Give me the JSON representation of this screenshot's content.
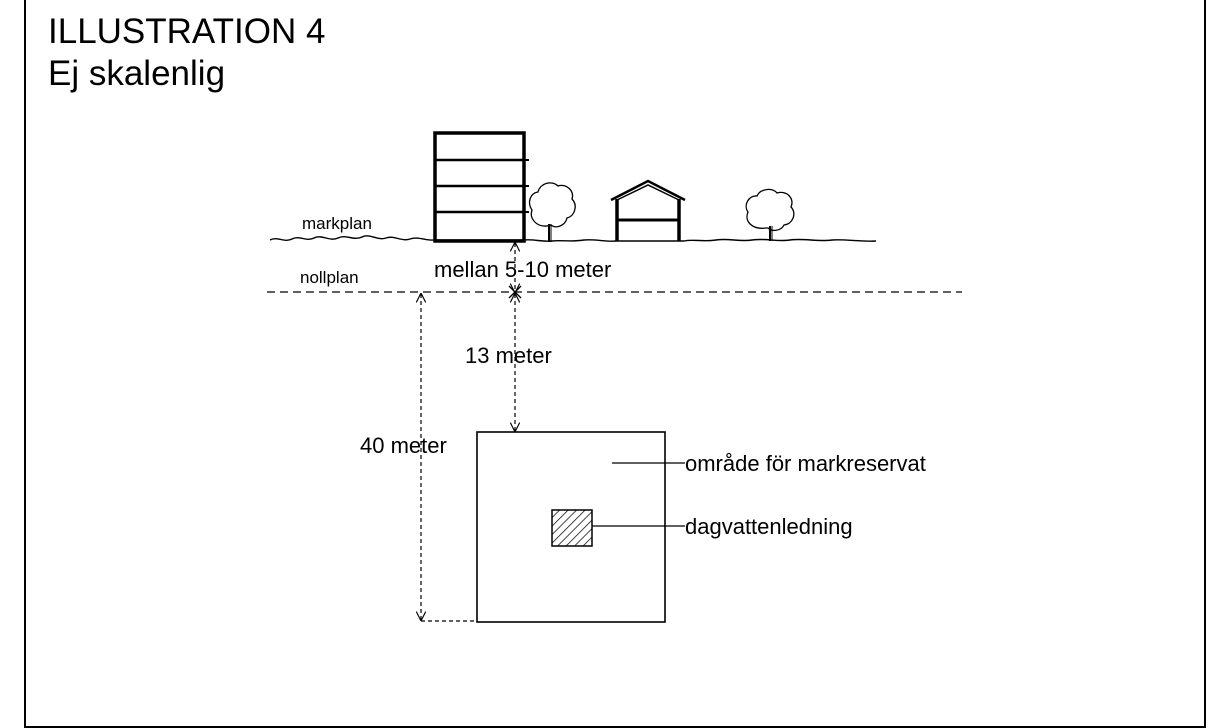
{
  "title": "ILLUSTRATION 4",
  "subtitle": "Ej skalenlig",
  "labels": {
    "markplan": "markplan",
    "nollplan": "nollplan",
    "depth_surface": "mellan 5-10 meter",
    "depth_top": "13 meter",
    "height_reserve": "40 meter",
    "area_label": "område för markreservat",
    "pipe_label": "dagvattenledning"
  },
  "icons": {
    "building_tall": "apartment-building-icon",
    "building_small": "house-icon",
    "tree": "tree-icon"
  }
}
